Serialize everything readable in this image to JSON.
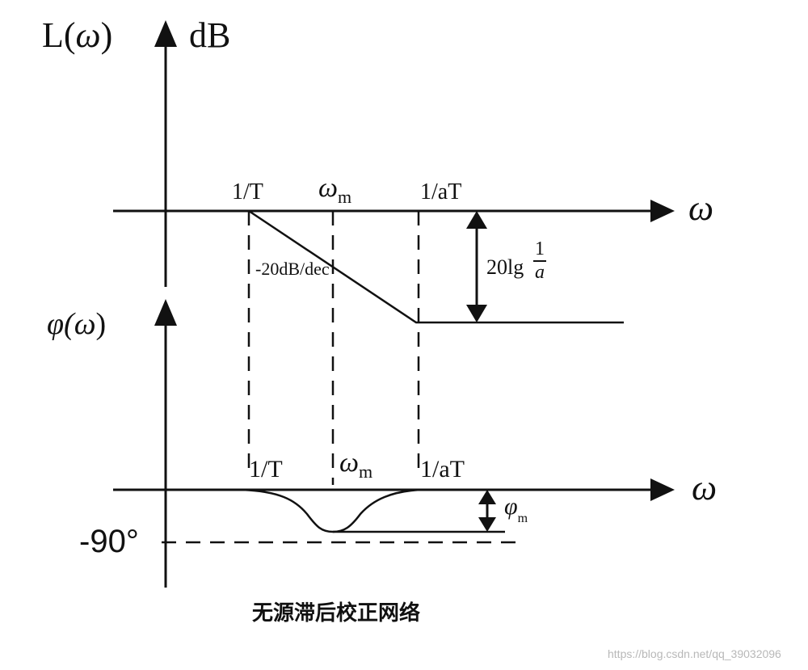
{
  "magnitude_plot": {
    "y_label_L": "L(",
    "y_label_omega": "ω",
    "y_label_close": ")",
    "y_unit": "dB",
    "x_label": "ω",
    "tick_1_over_T": "1/T",
    "tick_omega_m": "ω",
    "tick_omega_m_sub": "m",
    "tick_1_over_aT": "1/aT",
    "slope_label": "-20dB/dec",
    "gain_drop_prefix": "20lg",
    "gain_drop_num": "1",
    "gain_drop_den": "a"
  },
  "phase_plot": {
    "y_label_phi": "φ(",
    "y_label_omega": "ω",
    "y_label_close": ")",
    "x_label": "ω",
    "tick_1_over_T": "1/T",
    "tick_omega_m": "ω",
    "tick_omega_m_sub": "m",
    "tick_1_over_aT": "1/aT",
    "phase_limit": "-90°",
    "max_phase_label": "φ",
    "max_phase_sub": "m"
  },
  "caption": "无源滞后校正网络",
  "watermark": "https://blog.csdn.net/qq_39032096",
  "colors": {
    "ink": "#111111",
    "background": "#ffffff",
    "watermark": "#b8b8b8"
  }
}
